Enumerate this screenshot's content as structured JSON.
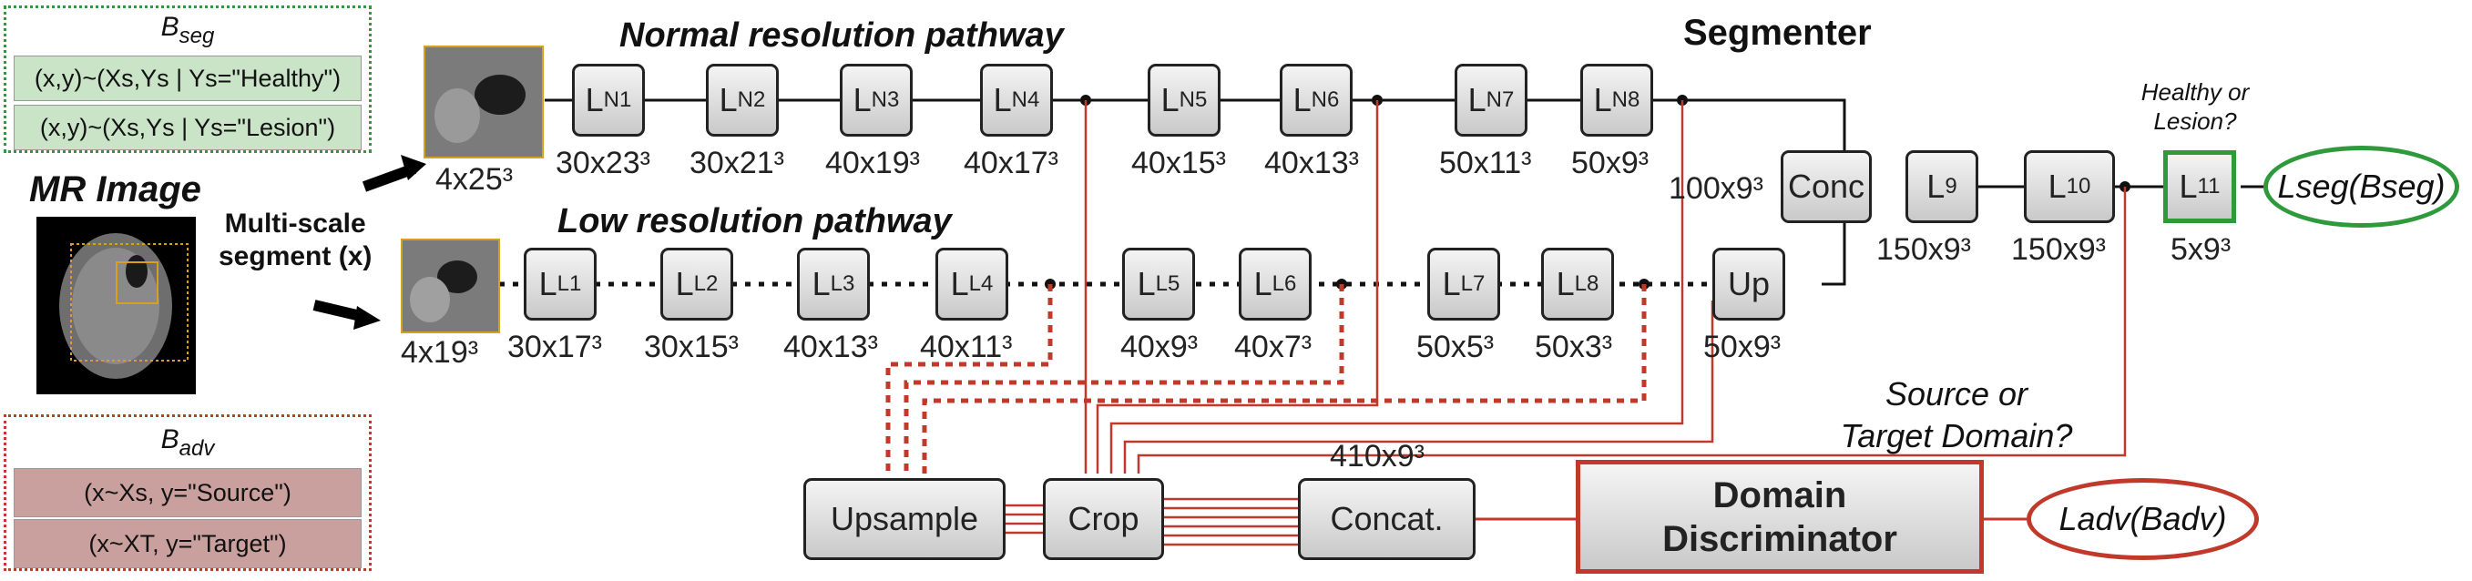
{
  "batches": {
    "seg": {
      "title": "B",
      "title_sub": "seg",
      "rows": [
        "(x,y)~(Xs,Ys | Ys=\"Healthy\")",
        "(x,y)~(Xs,Ys | Ys=\"Lesion\")"
      ],
      "color": "#2e9a3c",
      "fill": "#c9e4c7"
    },
    "adv": {
      "title": "B",
      "title_sub": "adv",
      "rows": [
        "(x~Xs, y=\"Source\")",
        "(x~XT, y=\"Target\")"
      ],
      "color": "#c0392b",
      "fill": "#c9a09d"
    }
  },
  "labels": {
    "mr_image": "MR Image",
    "multiscale_line1": "Multi-scale",
    "multiscale_line2": "segment (x)",
    "normal_pathway": "Normal resolution pathway",
    "low_pathway": "Low resolution pathway",
    "segmenter": "Segmenter",
    "healthy_q1": "Healthy or",
    "healthy_q2": "Lesion?",
    "source_q1": "Source or",
    "source_q2": "Target Domain?",
    "loss_seg": "Lseg(Bseg)",
    "loss_adv": "Ladv(Badv)"
  },
  "normal_layers": [
    {
      "name": "L",
      "sub": "N1",
      "dim": "30x23³"
    },
    {
      "name": "L",
      "sub": "N2",
      "dim": "30x21³"
    },
    {
      "name": "L",
      "sub": "N3",
      "dim": "40x19³"
    },
    {
      "name": "L",
      "sub": "N4",
      "dim": "40x17³"
    },
    {
      "name": "L",
      "sub": "N5",
      "dim": "40x15³"
    },
    {
      "name": "L",
      "sub": "N6",
      "dim": "40x13³"
    },
    {
      "name": "L",
      "sub": "N7",
      "dim": "50x11³"
    },
    {
      "name": "L",
      "sub": "N8",
      "dim": "50x9³"
    }
  ],
  "low_layers": [
    {
      "name": "L",
      "sub": "L1",
      "dim": "30x17³"
    },
    {
      "name": "L",
      "sub": "L2",
      "dim": "30x15³"
    },
    {
      "name": "L",
      "sub": "L3",
      "dim": "40x13³"
    },
    {
      "name": "L",
      "sub": "L4",
      "dim": "40x11³"
    },
    {
      "name": "L",
      "sub": "L5",
      "dim": "40x9³"
    },
    {
      "name": "L",
      "sub": "L6",
      "dim": "40x7³"
    },
    {
      "name": "L",
      "sub": "L7",
      "dim": "50x5³"
    },
    {
      "name": "L",
      "sub": "L8",
      "dim": "50x3³"
    }
  ],
  "input_dims": {
    "normal": "4x25³",
    "low": "4x19³"
  },
  "head": {
    "conc": "Conc",
    "conc_dim": "100x9³",
    "up": "Up",
    "up_dim": "50x9³",
    "l9": {
      "name": "L",
      "sub": "9",
      "dim": "150x9³"
    },
    "l10": {
      "name": "L",
      "sub": "10",
      "dim": "150x9³"
    },
    "l11": {
      "name": "L",
      "sub": "11",
      "dim": "5x9³"
    }
  },
  "discriminator": {
    "upsample": "Upsample",
    "crop": "Crop",
    "concat": "Concat.",
    "concat_dim": "410x9³",
    "title1": "Domain",
    "title2": "Discriminator"
  },
  "colors": {
    "red": "#c0392b",
    "green": "#2e9a3c",
    "line": "#111111"
  }
}
